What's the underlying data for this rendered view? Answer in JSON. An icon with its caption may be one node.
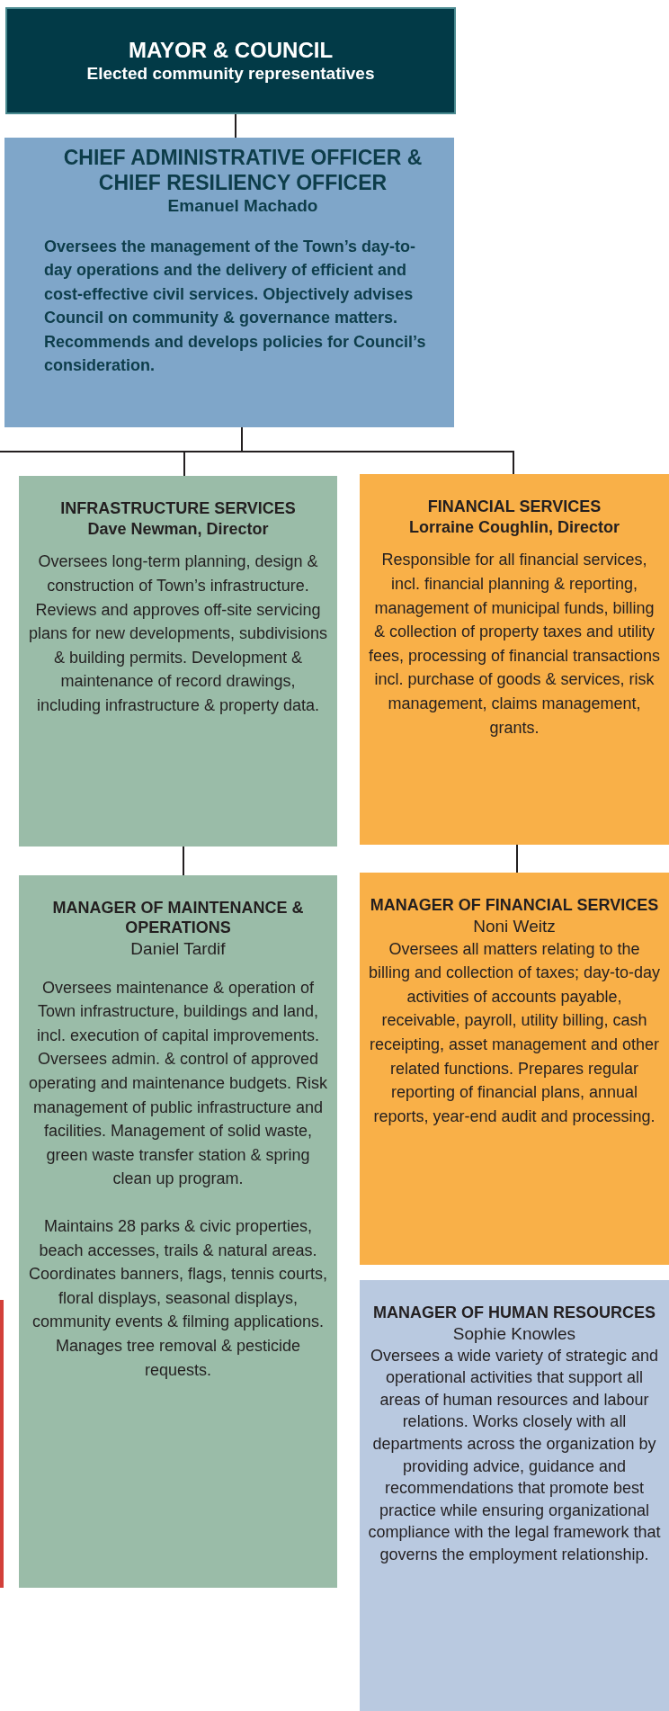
{
  "diagram": {
    "nodes": [
      {
        "text": [
          "MAYOR & COUNCIL",
          "Elected community representatives"
        ]
      },
      {
        "text": [
          "CHIEF ADMINISTRATIVE OFFICER & CHIEF RESILIENCY OFFICER",
          "Emanuel Machado",
          "Oversees the management of the Town’s day-to-day operations and the delivery of efficient and cost-effective civil services. Objectively advises Council on community & governance matters. Recommends and develops policies for Council’s consideration."
        ]
      },
      {
        "text": [
          "INFRASTRUCTURE SERVICES",
          "Dave Newman, Director",
          "Oversees long-term planning, design & construction of Town’s infrastructure. Reviews and approves off-site servicing plans for new developments, subdivisions & building permits. Development & maintenance of record drawings, including infrastructure & property data."
        ]
      },
      {
        "text": [
          "FINANCIAL SERVICES",
          "Lorraine Coughlin, Director",
          "Responsible for all financial services, incl. financial planning & reporting, management of municipal funds, billing & collection of property taxes and utility fees, processing of financial transactions incl. purchase of goods & services, risk management, claims management, grants."
        ]
      },
      {
        "text": [
          "MANAGER OF MAINTENANCE & OPERATIONS",
          "Daniel Tardif",
          "Oversees maintenance & operation of Town infrastructure, buildings and land, incl. execution of capital improvements. Oversees admin. & control of approved operating and maintenance budgets. Risk management of public infrastructure and facilities. Management of solid waste, green waste transfer station & spring clean up program.",
          "Maintains 28 parks & civic properties, beach accesses, trails & natural areas. Coordinates banners, flags, tennis courts, floral displays, seasonal displays, community events & filming applications. Manages tree removal & pesticide requests."
        ]
      },
      {
        "text": [
          "MANAGER OF FINANCIAL SERVICES",
          "Noni Weitz",
          "Oversees all matters relating to the billing and collection of taxes; day-to-day activities of accounts payable, receivable, payroll, utility billing, cash receipting, asset management and other related functions. Prepares regular reporting of financial plans, annual reports, year-end audit and processing."
        ]
      },
      {
        "text": [
          "MANAGER OF HUMAN RESOURCES",
          "Sophie Knowles",
          "Oversees a wide variety of strategic and operational activities that support all areas of human resources and labour relations. Works closely with all departments across the organization by providing advice, guidance and recommendations that promote best practice while ensuring organizational compliance with the legal framework that governs the employment relationship."
        ]
      }
    ],
    "edges": [
      {
        "from": 0,
        "to": 1,
        "arrow": "none"
      },
      {
        "from": 1,
        "to": 2,
        "arrow": "none"
      },
      {
        "from": 1,
        "to": 3,
        "arrow": "none"
      },
      {
        "from": 1,
        "to": null,
        "arrow": "none"
      },
      {
        "from": 2,
        "to": 4,
        "arrow": "none"
      },
      {
        "from": 3,
        "to": 5,
        "arrow": "none"
      }
    ]
  }
}
